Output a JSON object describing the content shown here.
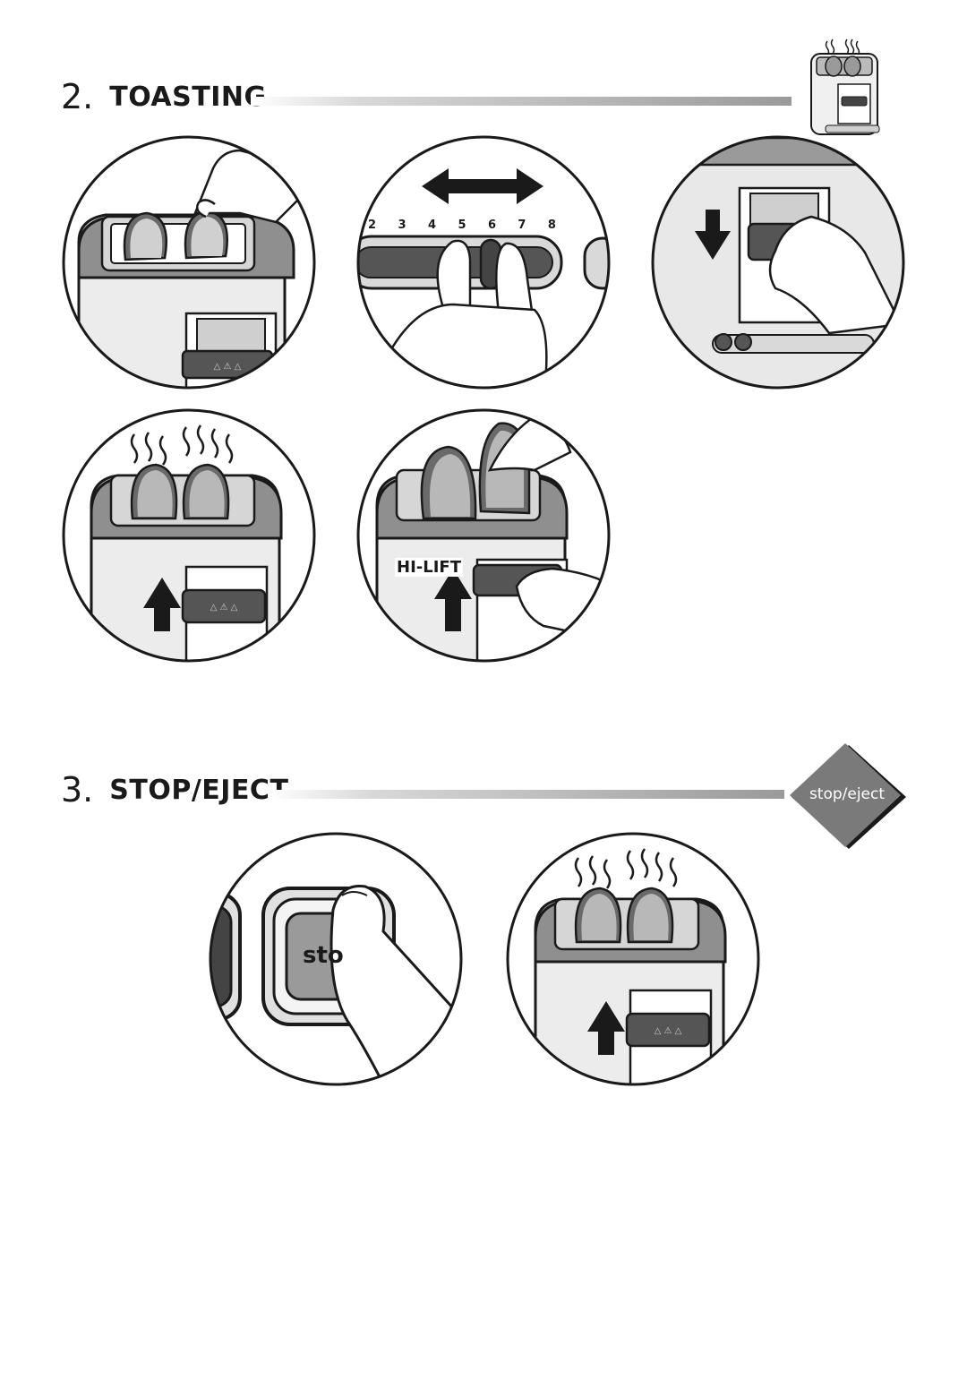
{
  "sections": [
    {
      "number": "2.",
      "title": "TOASTING"
    },
    {
      "number": "3.",
      "title": "STOP/EJECT"
    }
  ],
  "toasting": {
    "browning_scale": [
      "2",
      "3",
      "4",
      "5",
      "6",
      "7",
      "8"
    ],
    "hi_lift_label": "HI-LIFT"
  },
  "stop_eject": {
    "badge_label": "stop/eject",
    "button_label": "sto"
  },
  "colors": {
    "bread_crust": "#6a6a6a",
    "bread_crumb": "#c8c8c8",
    "toaster_body": "#e6e6e6",
    "outline": "#1a1a1a",
    "badge_fill": "#7a7a7a"
  }
}
